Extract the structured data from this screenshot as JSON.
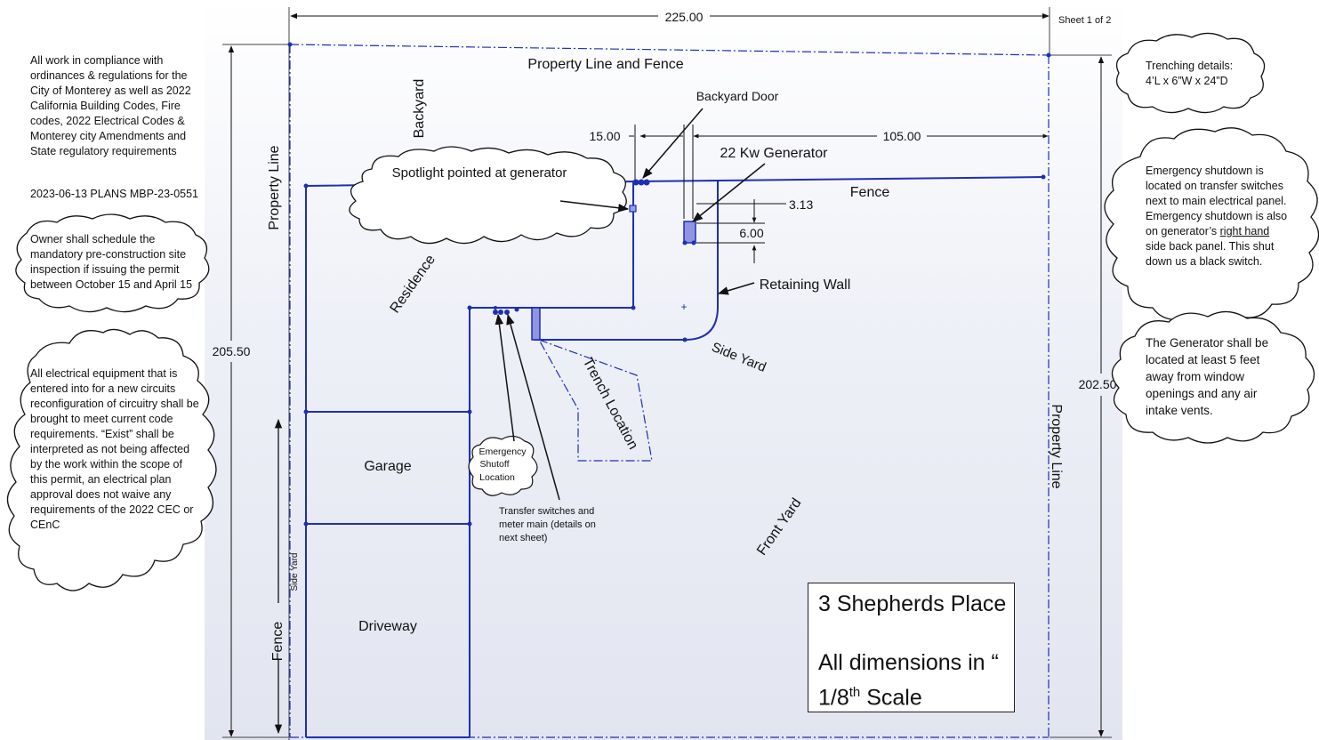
{
  "sheet": "Sheet 1 of 2",
  "dims": {
    "top_width": "225.00",
    "left_height": "205.50",
    "right_height": "202.50",
    "door_offset": "15.00",
    "gen_offset": "105.00",
    "gen_width": "3.13",
    "gen_length": "6.00"
  },
  "labels": {
    "property_line_fence": "Property Line and Fence",
    "backyard": "Backyard",
    "backyard_door": "Backyard Door",
    "generator": "22 Kw Generator",
    "fence_top": "Fence",
    "property_line_left": "Property Line",
    "property_line_right": "Property Line",
    "spotlight": "Spotlight pointed at generator",
    "residence": "Residence",
    "retaining_wall": "Retaining Wall",
    "side_yard": "Side Yard",
    "trench_location": "Trench Location",
    "garage": "Garage",
    "driveway": "Driveway",
    "emergency_shutoff": [
      "Emergency",
      "Shutoff",
      "Location"
    ],
    "transfer_switches": [
      "Transfer switches and",
      "meter main (details on",
      "next sheet)"
    ],
    "front_yard": "Front Yard",
    "side_yard_small": "Side Yard",
    "fence_left": "Fence"
  },
  "notes": {
    "compliance": "All work in compliance with ordinances & regulations for the City of Monterey as well as 2022 California Building Codes, Fire codes, 2022 Electrical Codes & Monterey city Amendments and State regulatory requirements",
    "plans_id": "2023-06-13 PLANS MBP-23-0551",
    "owner": "Owner shall schedule the mandatory pre-construction site inspection if issuing the permit between October 15 and April 15",
    "electrical": "All electrical equipment that is entered into for a new circuits reconfiguration of circuitry shall be brought to meet current code requirements. “Exist” shall be interpreted as not being affected by the work within the scope of this permit, an electrical plan approval does not waive any requirements of the 2022 CEC or CEnC",
    "trenching_title": "Trenching details:",
    "trenching_dims": "4’L x 6”W x 24”D",
    "emergency_pre": "Emergency shutdown is located on transfer switches next to main electrical panel. Emergency shutdown is also on generator’s ",
    "emergency_underlined": "right hand",
    "emergency_post": " side back panel. This shut down us a black switch.",
    "generator_distance": "The Generator shall be located at least 5 feet away from window openings and any air intake vents."
  },
  "title_block": {
    "address": "3 Shepherds Place",
    "dims_line1": "All dimensions in “",
    "scale_prefix": "1/8",
    "scale_sup": "th",
    "scale_suffix": " Scale"
  },
  "colors": {
    "plan_line": "#1c2fb8",
    "cloud_stroke": "#111111",
    "generator_fill": "#8f95e0"
  }
}
